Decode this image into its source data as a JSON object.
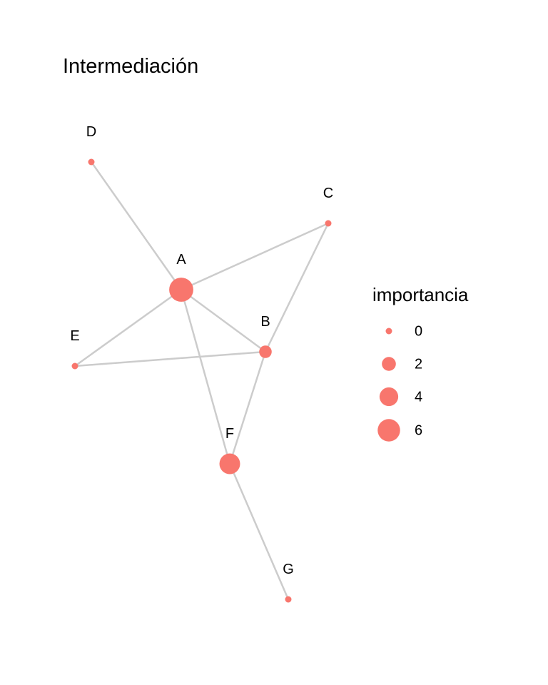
{
  "title": "Intermediación",
  "node_color": "#f8766d",
  "edge_color": "#cccccc",
  "nodes": [
    {
      "id": "A",
      "label": "A",
      "importance": 7
    },
    {
      "id": "B",
      "label": "B",
      "importance": 1.5
    },
    {
      "id": "C",
      "label": "C",
      "importance": 0
    },
    {
      "id": "D",
      "label": "D",
      "importance": 0
    },
    {
      "id": "E",
      "label": "E",
      "importance": 0
    },
    {
      "id": "F",
      "label": "F",
      "importance": 5
    },
    {
      "id": "G",
      "label": "G",
      "importance": 0
    }
  ],
  "edges": [
    [
      "A",
      "D"
    ],
    [
      "A",
      "C"
    ],
    [
      "A",
      "B"
    ],
    [
      "A",
      "E"
    ],
    [
      "A",
      "F"
    ],
    [
      "B",
      "C"
    ],
    [
      "B",
      "E"
    ],
    [
      "B",
      "F"
    ],
    [
      "F",
      "G"
    ]
  ],
  "legend": {
    "title": "importancia",
    "items": [
      {
        "label": "0",
        "value": 0
      },
      {
        "label": "2",
        "value": 2
      },
      {
        "label": "4",
        "value": 4
      },
      {
        "label": "6",
        "value": 6
      }
    ]
  }
}
